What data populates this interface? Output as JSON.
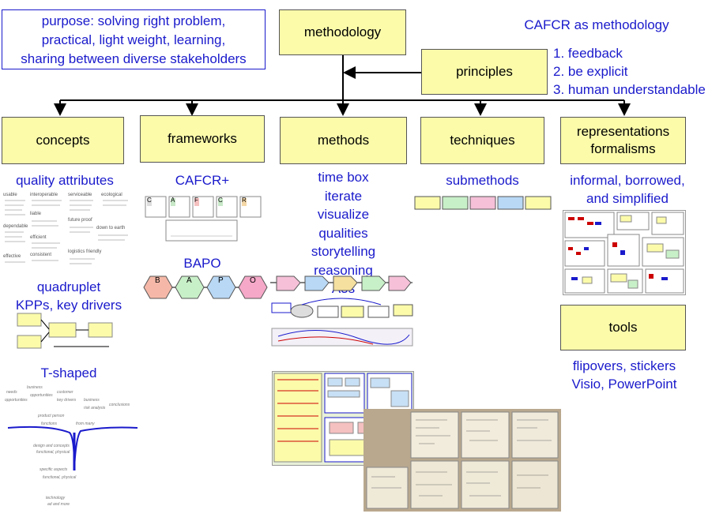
{
  "purpose": {
    "line1": "purpose: solving right problem,",
    "line2": "practical, light weight, learning,",
    "line3": "sharing between diverse stakeholders"
  },
  "methodology_box": "methodology",
  "cafcr_title": "CAFCR as methodology",
  "principles_box": "principles",
  "principles_list": [
    "1. feedback",
    "2. be explicit",
    "3. human understandable"
  ],
  "categories": {
    "concepts": "concepts",
    "frameworks": "frameworks",
    "methods": "methods",
    "techniques": "techniques",
    "representations_line1": "representations",
    "representations_line2": "formalisms",
    "tools": "tools"
  },
  "concepts_items": {
    "quality_attributes": "quality attributes",
    "quadruplet": "quadruplet",
    "kpps": "KPPs, key drivers",
    "t_shaped": "T-shaped"
  },
  "frameworks_items": {
    "cafcr_plus": "CAFCR+",
    "bapo": "BAPO"
  },
  "cafcr_boxes": [
    "C",
    "A",
    "F",
    "C",
    "R"
  ],
  "bapo_boxes": [
    "B",
    "A",
    "P",
    "O"
  ],
  "methods_items": [
    "time box",
    "iterate",
    "visualize",
    "qualities",
    "storytelling",
    "reasoning",
    "A3s"
  ],
  "techniques_items": {
    "submethods": "submethods"
  },
  "representations_items": {
    "line1": "informal, borrowed,",
    "line2": "and simplified"
  },
  "tools_items": {
    "line1": "flipovers, stickers",
    "line2": "Visio, PowerPoint"
  },
  "colors": {
    "box_fill": "#fbfbaa",
    "text_blue": "#1a1acc",
    "bapo_b": "#f5b8a8",
    "bapo_a": "#c8f0c8",
    "bapo_p": "#b8d8f5",
    "bapo_o": "#f5a8c8"
  }
}
